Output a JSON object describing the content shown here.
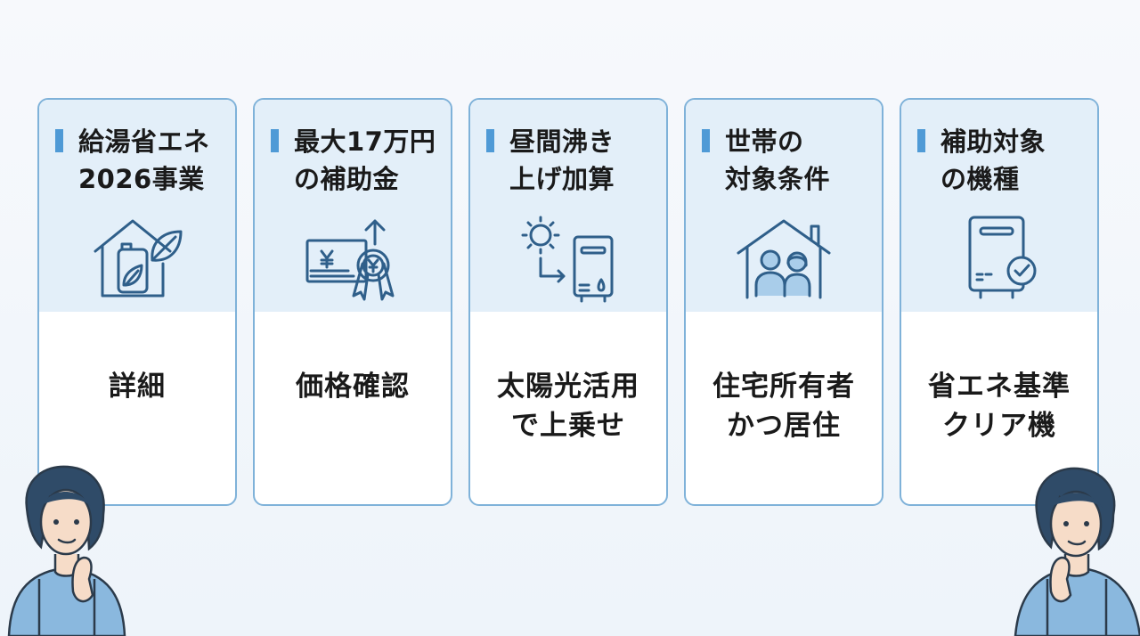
{
  "cards": [
    {
      "title": "給湯省エネ\n2026事業",
      "desc": "詳細",
      "icon": "house-leaf-icon"
    },
    {
      "title": "最大17万円\nの補助金",
      "desc": "価格確認",
      "icon": "yen-badge-icon"
    },
    {
      "title": "昼間沸き\n上げ加算",
      "desc": "太陽光活用\nで上乗せ",
      "icon": "sun-water-heater-icon"
    },
    {
      "title": "世帯の\n対象条件",
      "desc": "住宅所有者\nかつ居住",
      "icon": "family-house-icon"
    },
    {
      "title": "補助対象\nの機種",
      "desc": "省エネ基準\nクリア機",
      "icon": "heater-check-icon"
    }
  ],
  "colors": {
    "accent": "#4f9ad6",
    "border": "#7fb2d9",
    "panel": "#e3eff9",
    "icon": "#2f5f8a"
  }
}
